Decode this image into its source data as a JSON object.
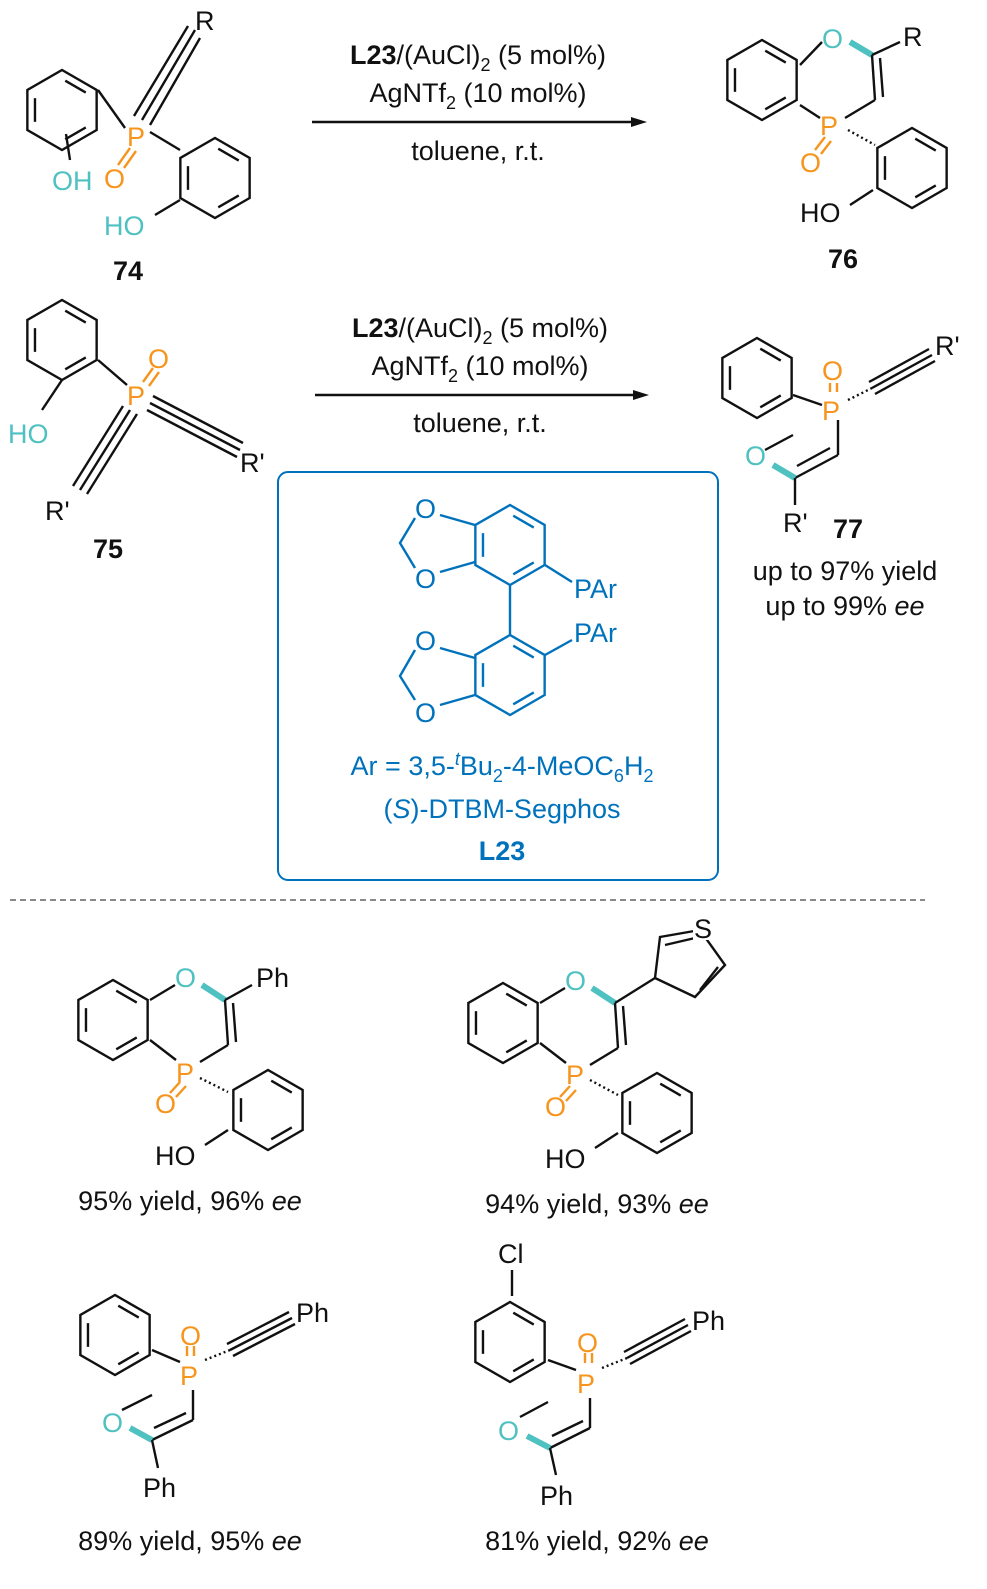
{
  "colors": {
    "phosphorus": "#f7941d",
    "oxygen_highlight": "#4fc1c1",
    "ligand": "#0072bc",
    "text": "#111111"
  },
  "reaction1": {
    "substrate": {
      "label": "74",
      "R": "R",
      "P": "P",
      "O": "O",
      "OH": "OH",
      "HO": "HO"
    },
    "conditions": {
      "ligand": "L23",
      "catalyst": "/(AuCl)",
      "cat_sub": "2",
      "cat_loading": " (5 mol%)",
      "additive": "AgNTf",
      "add_sub": "2",
      "add_loading": " (10 mol%)",
      "solvent": "toluene, r.t."
    },
    "product": {
      "label": "76",
      "R": "R",
      "P": "P",
      "O_ring": "O",
      "O_oxide": "O",
      "HO": "HO"
    }
  },
  "reaction2": {
    "substrate": {
      "label": "75",
      "R1": "R'",
      "R2": "R'",
      "P": "P",
      "O": "O",
      "HO": "HO"
    },
    "conditions": {
      "ligand": "L23",
      "catalyst": "/(AuCl)",
      "cat_sub": "2",
      "cat_loading": " (5 mol%)",
      "additive": "AgNTf",
      "add_sub": "2",
      "add_loading": " (10 mol%)",
      "solvent": "toluene, r.t."
    },
    "product": {
      "label": "77",
      "R1": "R'",
      "R2": "R'",
      "P": "P",
      "O_ring": "O",
      "O_oxide": "O",
      "yield": "up to 97% yield",
      "ee_prefix": "up to 99% ",
      "ee": "ee"
    }
  },
  "ligand_box": {
    "O_labels": [
      "O",
      "O",
      "O",
      "O"
    ],
    "PAr1": "PAr",
    "PAr2": "PAr",
    "ar_def_a": "Ar = 3,5-",
    "ar_def_sup": "t",
    "ar_def_b": "Bu",
    "ar_def_sub1": "2",
    "ar_def_c": "-4-MeOC",
    "ar_def_sub2": "6",
    "ar_def_d": "H",
    "ar_def_sub3": "2",
    "name_a": "(",
    "name_S": "S",
    "name_b": ")-DTBM-Segphos",
    "code": "L23"
  },
  "examples": [
    {
      "substituent": "Ph",
      "P": "P",
      "O_ring": "O",
      "O_oxide": "O",
      "HO": "HO",
      "yield": "95% yield, 96% ",
      "ee": "ee"
    },
    {
      "substituent_S": "S",
      "P": "P",
      "O_ring": "O",
      "O_oxide": "O",
      "HO": "HO",
      "yield": "94% yield, 93% ",
      "ee": "ee"
    },
    {
      "substituent": "Ph",
      "alkyne": "Ph",
      "P": "P",
      "O_ring": "O",
      "O_oxide": "O",
      "yield": "89% yield, 95% ",
      "ee": "ee"
    },
    {
      "Cl": "Cl",
      "substituent": "Ph",
      "alkyne": "Ph",
      "P": "P",
      "O_ring": "O",
      "O_oxide": "O",
      "yield": "81% yield, 92% ",
      "ee": "ee"
    }
  ]
}
